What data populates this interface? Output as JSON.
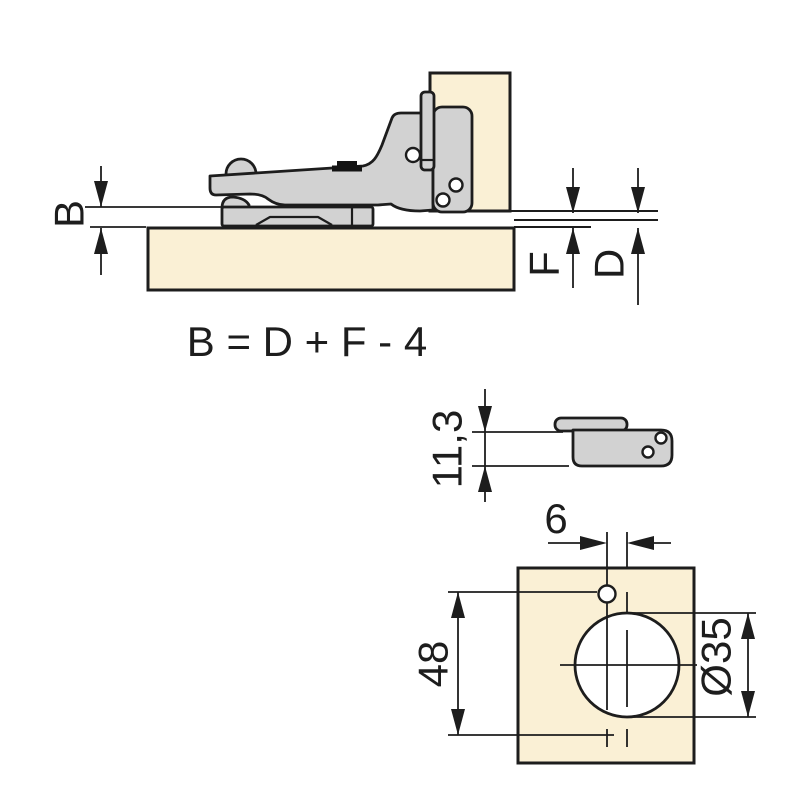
{
  "side_view": {
    "dim_b": "B",
    "dim_f": "F",
    "dim_d": "D"
  },
  "formula": "B = D + F - 4",
  "plate_detail": {
    "dim_height": "11,3"
  },
  "drill_pattern": {
    "dim_offset": "6",
    "dim_distance": "48",
    "dim_cup_diameter": "Ø35"
  },
  "colors": {
    "wood": "#FAF0D5",
    "metal": "#D2D2D2",
    "hole_fill": "#FFFFFF",
    "line": "#1D1D1D",
    "background": "#FFFFFF"
  }
}
